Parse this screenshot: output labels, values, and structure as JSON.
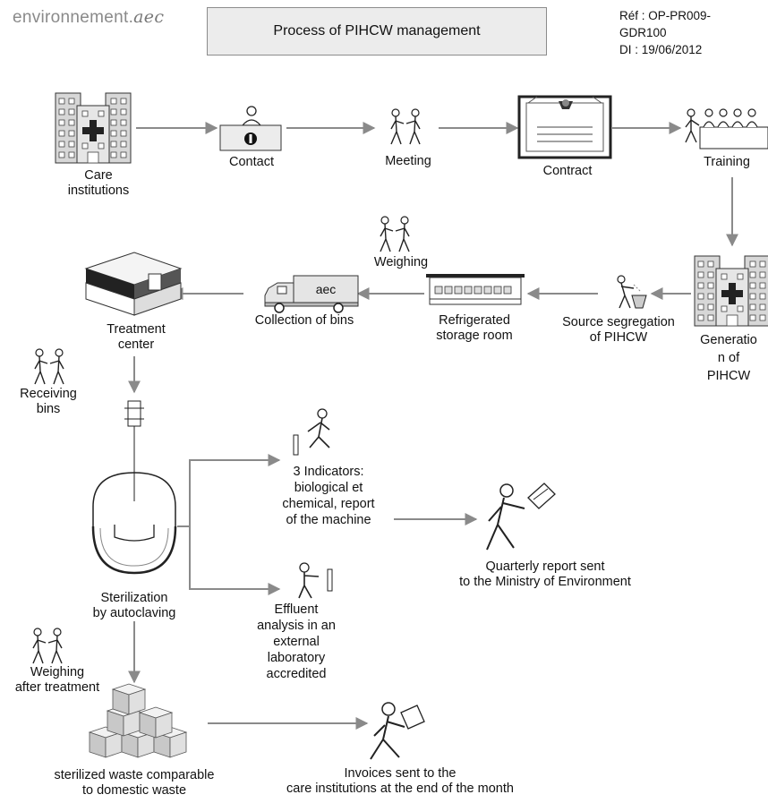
{
  "header": {
    "logo_text": "environnement.",
    "logo_suffix": "aec",
    "title": "Process of PIHCW management",
    "ref": "Réf : OP-PR009-\nGDR100\nDI : 19/06/2012"
  },
  "nodes": {
    "care_institutions": "Care\ninstitutions",
    "contact": "Contact",
    "meeting": "Meeting",
    "contract": "Contract",
    "training": "Training",
    "generation": "Generatio\nn of\nPIHCW",
    "source_segregation": "Source segregation\nof PIHCW",
    "refrigerated": "Refrigerated\nstorage room",
    "weighing": "Weighing",
    "collection": "Collection of bins",
    "truck_label": "aec",
    "treatment_center": "Treatment\ncenter",
    "receiving_bins": "Receiving\nbins",
    "sterilization": "Sterilization\nby autoclaving",
    "indicators": "3 Indicators:\nbiological et\nchemical, report\nof the machine",
    "effluent": "Effluent\nanalysis in an\nexternal\nlaboratory\naccredited",
    "quarterly": "Quarterly report sent\nto the Ministry of Environment",
    "weighing_after": "Weighing\nafter treatment",
    "sterilized_waste": "sterilized waste comparable\nto domestic waste",
    "invoices": "Invoices sent to the\ncare institutions at the end of the month"
  },
  "colors": {
    "arrow": "#8a8a8a",
    "line": "#222222",
    "fill_gray": "#d4d4d4"
  }
}
